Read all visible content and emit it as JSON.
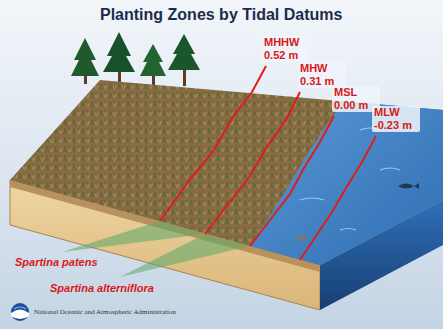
{
  "diagram": {
    "title": "Planting Zones by Tidal Datums",
    "labels": [
      "MHHW 0.52 m",
      "MHW 0.31 m",
      "MSL 0.00 m",
      "MLW -0.23 m",
      "Spartina patens",
      "Spartina alterniflora",
      "National Oceanic and Atmospheric Administration"
    ]
  }
}
